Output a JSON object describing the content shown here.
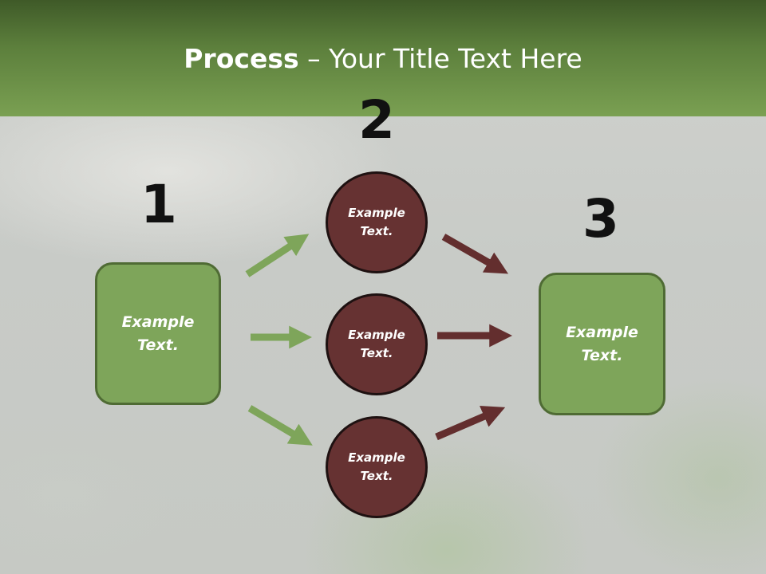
{
  "slide": {
    "title_bold": "Process",
    "title_rest": " – Your Title Text Here",
    "steps": [
      {
        "number": "1",
        "box_line1": "Example",
        "box_line2": "Text."
      },
      {
        "number": "2",
        "circles": [
          {
            "line1": "Example",
            "line2": "Text."
          },
          {
            "line1": "Example",
            "line2": "Text."
          },
          {
            "line1": "Example",
            "line2": "Text."
          }
        ]
      },
      {
        "number": "3",
        "box_line1": "Example",
        "box_line2": "Text."
      }
    ]
  },
  "colors": {
    "header_green": "#6f9649",
    "box_green": "#7ea55a",
    "circle_maroon": "#663232",
    "arrow_green": "#7ea55a",
    "arrow_maroon": "#632e2e"
  },
  "icons": {
    "left_arrows": "arrow-right-icon",
    "right_arrows": "arrow-right-icon"
  }
}
